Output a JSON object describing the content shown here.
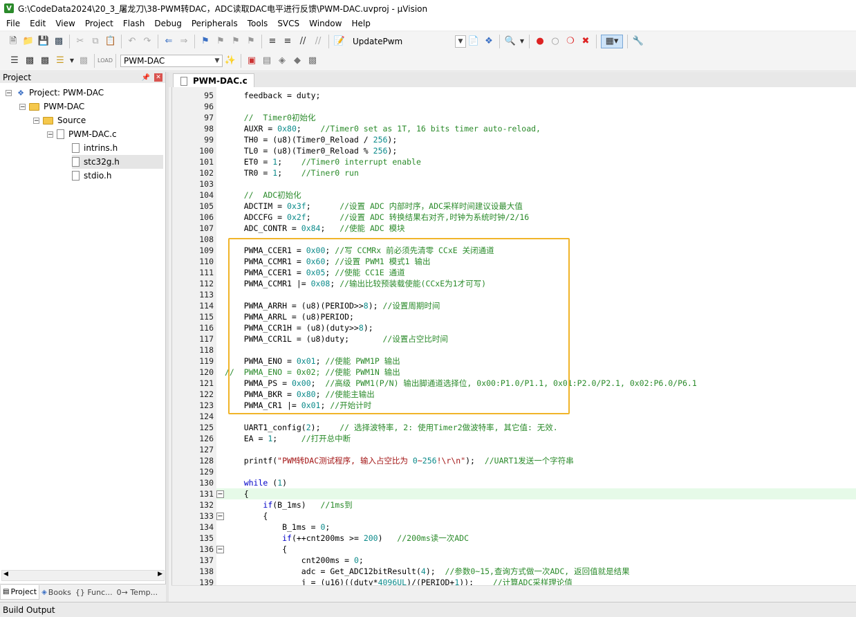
{
  "window": {
    "title": "G:\\CodeData2024\\20_3_屠龙刀\\38-PWM转DAC，ADC读取DAC电平进行反馈\\PWM-DAC.uvproj - µVision"
  },
  "menu": [
    "File",
    "Edit",
    "View",
    "Project",
    "Flash",
    "Debug",
    "Peripherals",
    "Tools",
    "SVCS",
    "Window",
    "Help"
  ],
  "toolbar1": {
    "find_combo": "UpdatePwm"
  },
  "toolbar2": {
    "target_combo": "PWM-DAC"
  },
  "project_panel": {
    "title": "Project",
    "tree": [
      {
        "label": "Project: PWM-DAC"
      },
      {
        "label": "PWM-DAC"
      },
      {
        "label": "Source"
      },
      {
        "label": "PWM-DAC.c"
      },
      {
        "label": "intrins.h"
      },
      {
        "label": "stc32g.h"
      },
      {
        "label": "stdio.h"
      }
    ],
    "tabs": [
      "Project",
      "Books",
      "{} Func...",
      "0→ Temp..."
    ]
  },
  "editor": {
    "tab": "PWM-DAC.c",
    "lines": [
      {
        "n": "95",
        "t": "    feedback = duty;"
      },
      {
        "n": "96",
        "t": ""
      },
      {
        "n": "97",
        "t": "    //  Timer0初始化"
      },
      {
        "n": "98",
        "t": "    AUXR = 0x80;    //Timer0 set as 1T, 16 bits timer auto-reload,"
      },
      {
        "n": "99",
        "t": "    TH0 = (u8)(Timer0_Reload / 256);"
      },
      {
        "n": "100",
        "t": "    TL0 = (u8)(Timer0_Reload % 256);"
      },
      {
        "n": "101",
        "t": "    ET0 = 1;    //Timer0 interrupt enable"
      },
      {
        "n": "102",
        "t": "    TR0 = 1;    //Tiner0 run"
      },
      {
        "n": "103",
        "t": ""
      },
      {
        "n": "104",
        "t": "    //  ADC初始化"
      },
      {
        "n": "105",
        "t": "    ADCTIM = 0x3f;      //设置 ADC 内部时序，ADC采样时间建议设最大值"
      },
      {
        "n": "106",
        "t": "    ADCCFG = 0x2f;      //设置 ADC 转换结果右对齐,时钟为系统时钟/2/16"
      },
      {
        "n": "107",
        "t": "    ADC_CONTR = 0x84;   //使能 ADC 模块"
      },
      {
        "n": "108",
        "t": ""
      },
      {
        "n": "109",
        "t": "    PWMA_CCER1 = 0x00; //写 CCMRx 前必须先清零 CCxE 关闭通道"
      },
      {
        "n": "110",
        "t": "    PWMA_CCMR1 = 0x60; //设置 PWM1 模式1 输出"
      },
      {
        "n": "111",
        "t": "    PWMA_CCER1 = 0x05; //使能 CC1E 通道"
      },
      {
        "n": "112",
        "t": "    PWMA_CCMR1 |= 0x08; //输出比较预装载使能(CCxE为1才可写)"
      },
      {
        "n": "113",
        "t": ""
      },
      {
        "n": "114",
        "t": "    PWMA_ARRH = (u8)(PERIOD>>8); //设置周期时间"
      },
      {
        "n": "115",
        "t": "    PWMA_ARRL = (u8)PERIOD;"
      },
      {
        "n": "116",
        "t": "    PWMA_CCR1H = (u8)(duty>>8);"
      },
      {
        "n": "117",
        "t": "    PWMA_CCR1L = (u8)duty;       //设置占空比时间"
      },
      {
        "n": "118",
        "t": ""
      },
      {
        "n": "119",
        "t": "    PWMA_ENO = 0x01; //使能 PWM1P 输出"
      },
      {
        "n": "120",
        "t": "//  PWMA_ENO = 0x02; //使能 PWM1N 输出"
      },
      {
        "n": "121",
        "t": "    PWMA_PS = 0x00;  //高级 PWM1(P/N) 输出脚通道选择位, 0x00:P1.0/P1.1, 0x01:P2.0/P2.1, 0x02:P6.0/P6.1"
      },
      {
        "n": "122",
        "t": "    PWMA_BKR = 0x80; //使能主输出"
      },
      {
        "n": "123",
        "t": "    PWMA_CR1 |= 0x01; //开始计时"
      },
      {
        "n": "124",
        "t": ""
      },
      {
        "n": "125",
        "t": "    UART1_config(2);    // 选择波特率, 2: 使用Timer2做波特率, 其它值: 无效."
      },
      {
        "n": "126",
        "t": "    EA = 1;     //打开总中断"
      },
      {
        "n": "127",
        "t": ""
      },
      {
        "n": "128",
        "t": "    printf(\"PWM转DAC测试程序, 输入占空比为 0~256!\\r\\n\");  //UART1发送一个字符串"
      },
      {
        "n": "129",
        "t": ""
      },
      {
        "n": "130",
        "t": "    while (1)"
      },
      {
        "n": "131",
        "t": "    {"
      },
      {
        "n": "132",
        "t": "        if(B_1ms)   //1ms到"
      },
      {
        "n": "133",
        "t": "        {"
      },
      {
        "n": "134",
        "t": "            B_1ms = 0;"
      },
      {
        "n": "135",
        "t": "            if(++cnt200ms >= 200)   //200ms读一次ADC"
      },
      {
        "n": "136",
        "t": "            {"
      },
      {
        "n": "137",
        "t": "                cnt200ms = 0;"
      },
      {
        "n": "138",
        "t": "                adc = Get_ADC12bitResult(4);  //参数0~15,查询方式做一次ADC, 返回值就是结果"
      },
      {
        "n": "139",
        "t": "                j = (u16)((duty*4096UL)/(PERIOD+1));    //计算ADC采样理论值"
      }
    ]
  },
  "status": {
    "build_output": "Build Output"
  },
  "colors": {
    "annotation_box": "#f0b429",
    "current_line": "#e6fae8"
  }
}
